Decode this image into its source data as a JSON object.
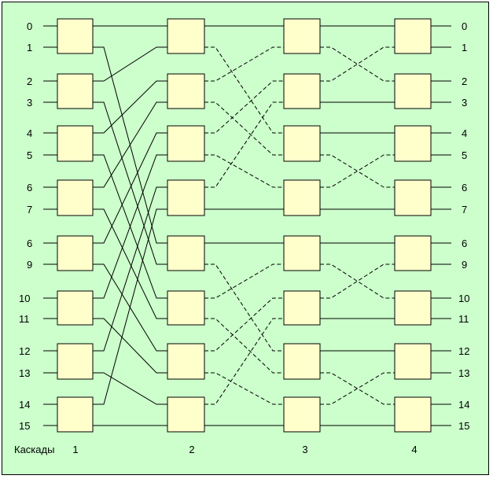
{
  "diagram": {
    "input_labels": [
      "0",
      "1",
      "2",
      "3",
      "4",
      "5",
      "6",
      "7",
      "6",
      "9",
      "10",
      "11",
      "12",
      "13",
      "14",
      "15"
    ],
    "output_labels": [
      "0",
      "1",
      "2",
      "3",
      "4",
      "5",
      "6",
      "7",
      "6",
      "9",
      "10",
      "11",
      "12",
      "13",
      "14",
      "15"
    ],
    "stage_caption": "Каскады",
    "stage_numbers": [
      "1",
      "2",
      "3",
      "4"
    ],
    "colors": {
      "background": "#ccffcc",
      "switch_fill": "#ffffcc",
      "line": "#000000"
    }
  }
}
